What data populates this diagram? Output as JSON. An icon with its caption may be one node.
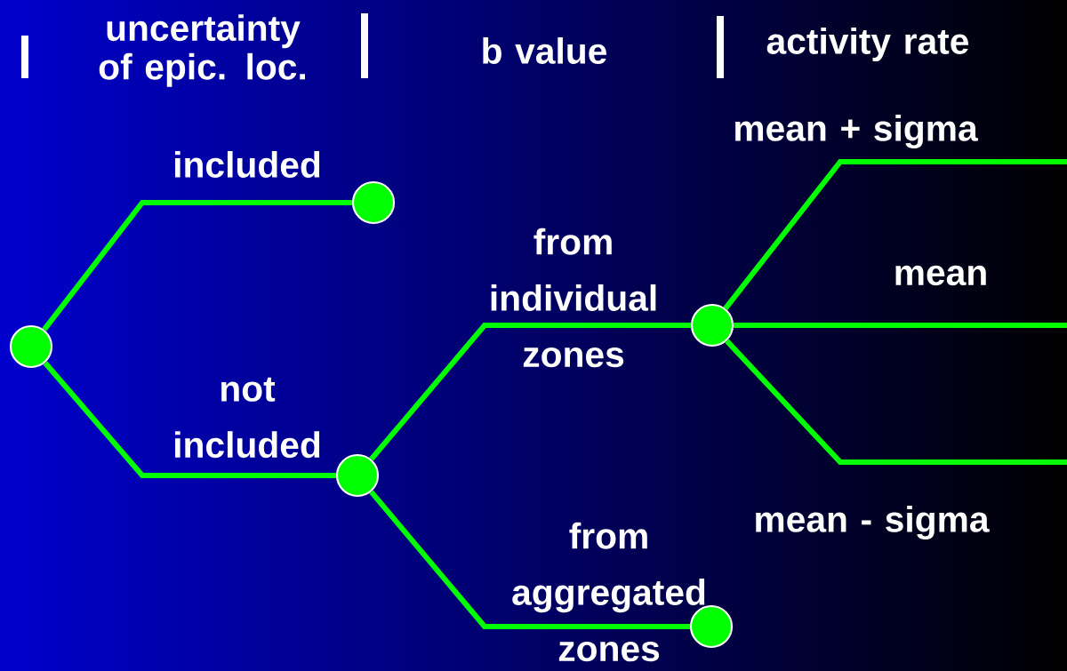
{
  "diagram": {
    "nodes": [
      {
        "text": [],
        "shape": "circle"
      },
      {
        "text": [],
        "shape": "circle"
      },
      {
        "text": [],
        "shape": "circle"
      },
      {
        "text": [],
        "shape": "circle"
      },
      {
        "text": [],
        "shape": "circle"
      }
    ],
    "edges": [
      {
        "from": 0,
        "to": 1,
        "arrow": "none",
        "label": "included"
      },
      {
        "from": 0,
        "to": 2,
        "arrow": "none",
        "label": "not included"
      },
      {
        "from": 2,
        "to": 3,
        "arrow": "none",
        "label": "from individual zones"
      },
      {
        "from": 2,
        "to": 4,
        "arrow": "none",
        "label": "from aggregated zones"
      },
      {
        "from": 3,
        "to": null,
        "arrow": "none",
        "label": "mean + sigma"
      },
      {
        "from": 3,
        "to": null,
        "arrow": "none",
        "label": "mean"
      },
      {
        "from": 3,
        "to": null,
        "arrow": "none",
        "label": "mean - sigma"
      }
    ],
    "labels": [
      "uncertainty of epic. loc.",
      "b value",
      "activity rate"
    ]
  }
}
